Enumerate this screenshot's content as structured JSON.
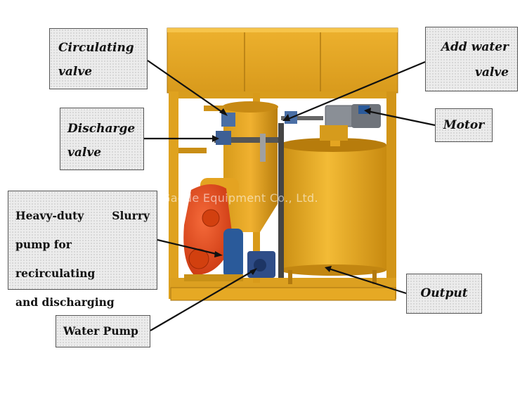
{
  "labels": {
    "circulating_valve": [
      "Circulating",
      "valve"
    ],
    "discharge_valve": [
      "Discharge",
      "valve"
    ],
    "slurry_pump": [
      "Heavy-duty",
      "Slurry",
      "pump for recirculating",
      "and discharging"
    ],
    "water_pump": "Water Pump",
    "add_water_valve": [
      "Add water",
      "valve"
    ],
    "motor": "Motor",
    "output": "Output"
  },
  "watermark": "Gaode Equipment Co., Ltd.",
  "colors": {
    "frame_yellow": "#e4a51d",
    "tank_yellow": "#e8a823",
    "pump_red": "#e0451c",
    "motor_blue": "#2a5a9a",
    "motor_grey": "#8a8f96"
  }
}
